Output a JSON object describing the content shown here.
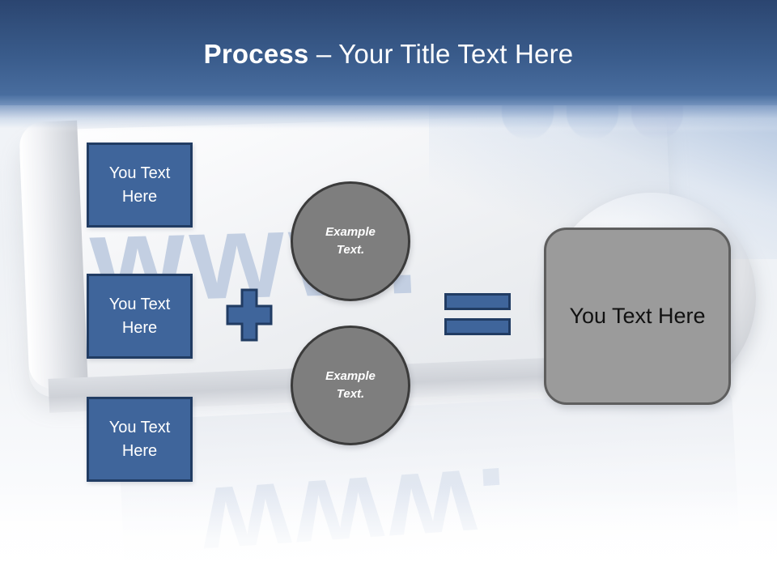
{
  "slide": {
    "title_strong": "Process",
    "title_rest": " – Your Title Text Here",
    "background_watermark": "www.",
    "colors": {
      "header_top": "#2b4570",
      "header_bottom": "#4d72a3",
      "box_fill": "#3f659b",
      "box_border": "#213c63",
      "circle_fill": "#7e7e7e",
      "circle_border": "#3b3b3b",
      "result_fill": "#9b9b9b",
      "result_border": "#5e5e5e",
      "watermark": "#c3cfe2"
    }
  },
  "inputs": {
    "boxes": [
      {
        "label": "You Text\nHere"
      },
      {
        "label": "You Text\nHere"
      },
      {
        "label": "You Text\nHere"
      }
    ]
  },
  "operators": {
    "plus": "+",
    "equals": "="
  },
  "circles": [
    {
      "line1": "Example",
      "line2": "Text."
    },
    {
      "line1": "Example",
      "line2": "Text."
    }
  ],
  "result": {
    "label": "You Text Here"
  }
}
